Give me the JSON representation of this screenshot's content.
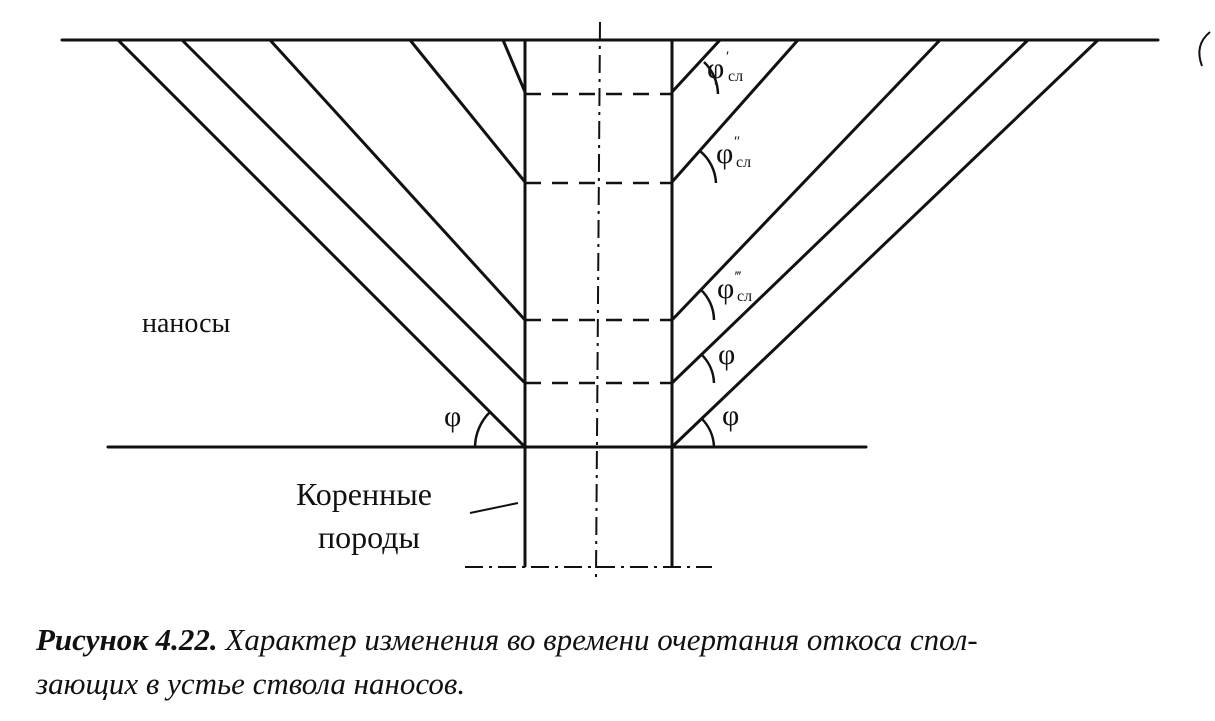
{
  "diagram": {
    "labels": {
      "sediments": "наносы",
      "bedrock_line1": "Коренные",
      "bedrock_line2": "породы",
      "phi": "φ",
      "phi_sl1_base": "φ",
      "phi_sl1_mark": "′",
      "phi_sl1_sub": "сл",
      "phi_sl2_base": "φ",
      "phi_sl2_mark": "″",
      "phi_sl2_sub": "сл",
      "phi_sl3_base": "φ",
      "phi_sl3_mark": "‴",
      "phi_sl3_sub": "сл"
    }
  },
  "caption": {
    "prefix": "Рисунок 4.22.",
    "text": "Характер изменения во времени очертания откоса спол-",
    "text2": "зающих в устье ствола наносов."
  },
  "colors": {
    "ink": "#111111",
    "background": "#ffffff"
  }
}
